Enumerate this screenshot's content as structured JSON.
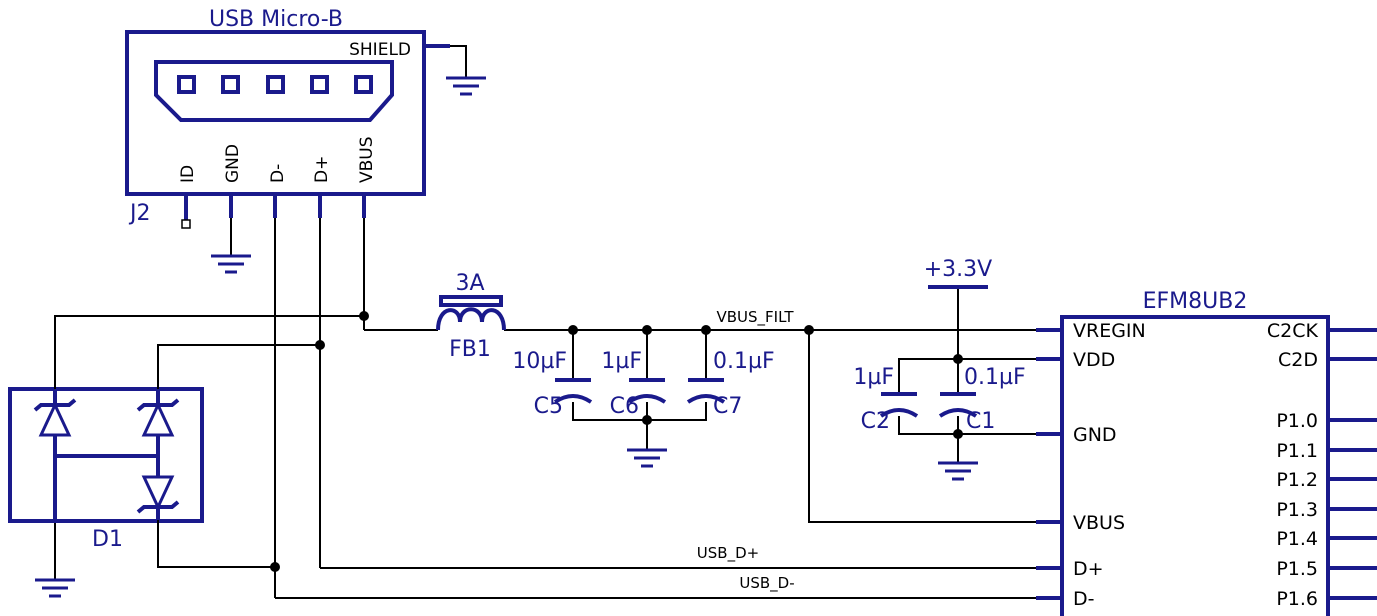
{
  "colors": {
    "symbol": "#1a1a8c",
    "wire": "#000000",
    "background": "#ffffff"
  },
  "connector": {
    "title": "USB Micro-B",
    "ref": "J2",
    "shield_label": "SHIELD",
    "pins": [
      "ID",
      "GND",
      "D-",
      "D+",
      "VBUS"
    ]
  },
  "protection": {
    "ref": "D1"
  },
  "ferrite": {
    "rating": "3A",
    "ref": "FB1"
  },
  "nets": {
    "vbus_filt": "VBUS_FILT",
    "usb_dp": "USB_D+",
    "usb_dm": "USB_D-"
  },
  "caps_in": [
    {
      "value": "10µF",
      "ref": "C5"
    },
    {
      "value": "1µF",
      "ref": "C6"
    },
    {
      "value": "0.1µF",
      "ref": "C7"
    }
  ],
  "caps_vdd": [
    {
      "value": "1µF",
      "ref": "C2"
    },
    {
      "value": "0.1µF",
      "ref": "C1"
    }
  ],
  "power": {
    "rail": "+3.3V"
  },
  "mcu": {
    "name": "EFM8UB2",
    "left_pins": [
      "VREGIN",
      "VDD",
      "GND",
      "VBUS",
      "D+",
      "D-"
    ],
    "right_pins": [
      "C2CK",
      "C2D",
      "P1.0",
      "P1.1",
      "P1.2",
      "P1.3",
      "P1.4",
      "P1.5",
      "P1.6"
    ]
  }
}
